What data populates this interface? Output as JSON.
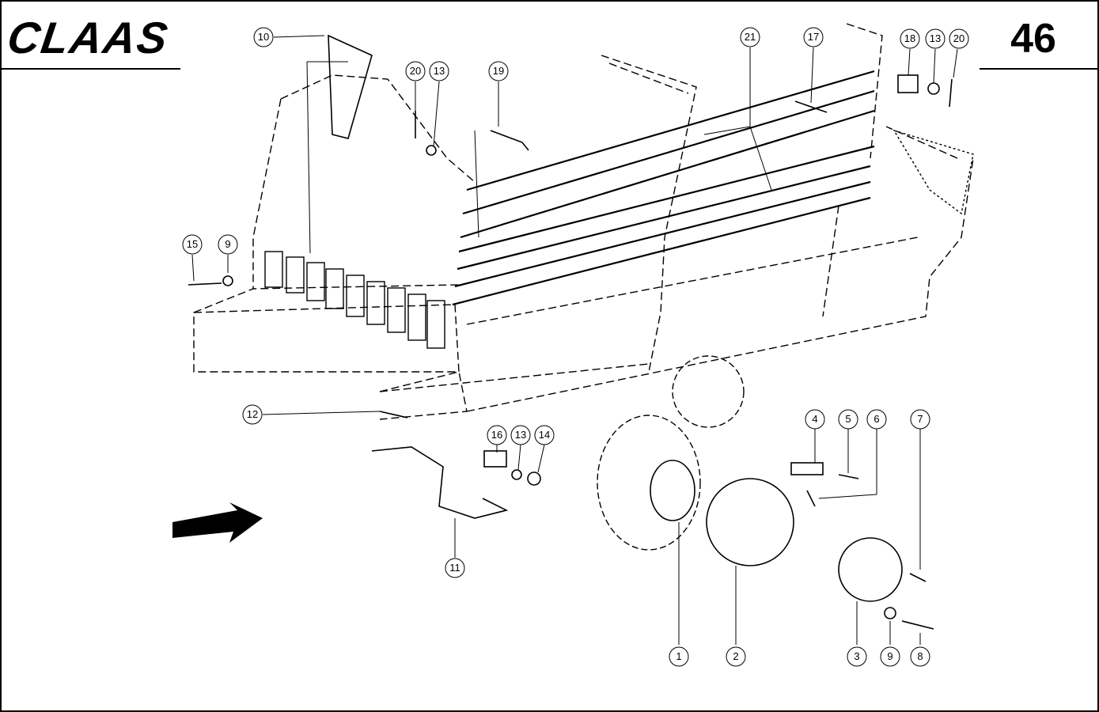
{
  "brand": "CLAAS",
  "page_number": "46",
  "callouts": [
    {
      "id": "c10",
      "label": "10"
    },
    {
      "id": "c20a",
      "label": "20"
    },
    {
      "id": "c13a",
      "label": "13"
    },
    {
      "id": "c19",
      "label": "19"
    },
    {
      "id": "c21",
      "label": "21"
    },
    {
      "id": "c17",
      "label": "17"
    },
    {
      "id": "c18",
      "label": "18"
    },
    {
      "id": "c13b",
      "label": "13"
    },
    {
      "id": "c20b",
      "label": "20"
    },
    {
      "id": "c15",
      "label": "15"
    },
    {
      "id": "c9a",
      "label": "9"
    },
    {
      "id": "c12",
      "label": "12"
    },
    {
      "id": "c16",
      "label": "16"
    },
    {
      "id": "c13c",
      "label": "13"
    },
    {
      "id": "c14",
      "label": "14"
    },
    {
      "id": "c11",
      "label": "11"
    },
    {
      "id": "c4",
      "label": "4"
    },
    {
      "id": "c5",
      "label": "5"
    },
    {
      "id": "c6",
      "label": "6"
    },
    {
      "id": "c7",
      "label": "7"
    },
    {
      "id": "c1",
      "label": "1"
    },
    {
      "id": "c2",
      "label": "2"
    },
    {
      "id": "c3",
      "label": "3"
    },
    {
      "id": "c9b",
      "label": "9"
    },
    {
      "id": "c8",
      "label": "8"
    }
  ],
  "icons": {
    "direction_arrow": "travel-direction-arrow-icon"
  }
}
